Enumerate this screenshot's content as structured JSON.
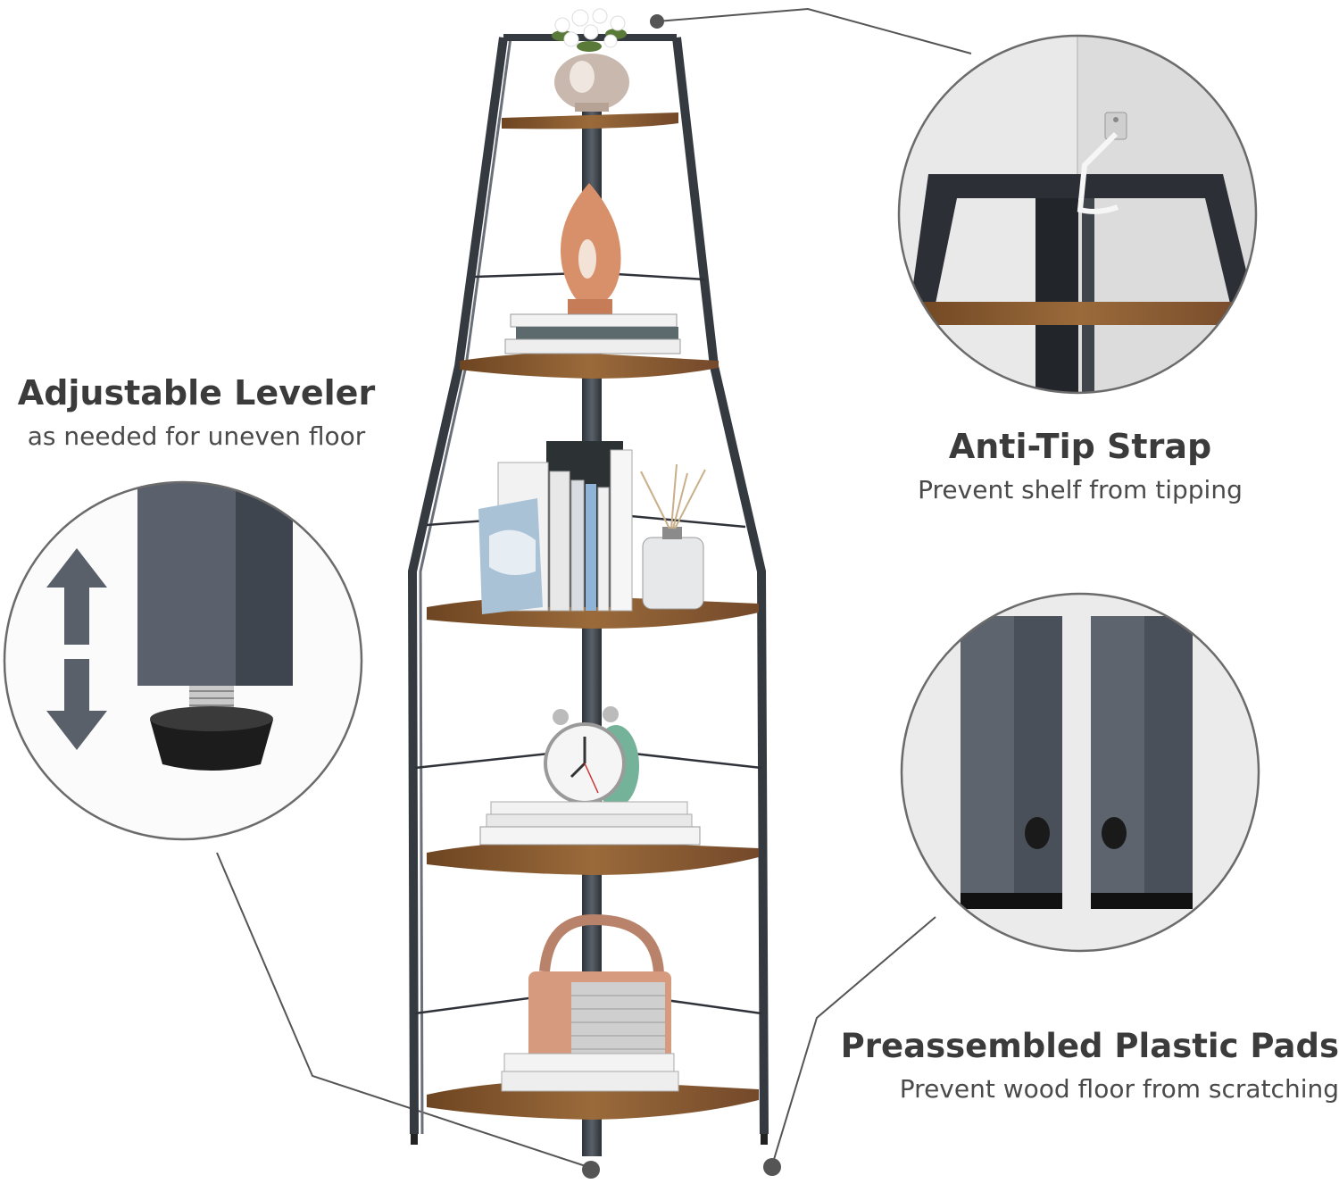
{
  "features": {
    "leveler": {
      "title": "Adjustable Leveler",
      "subtitle": "as needed for uneven floor",
      "icon": "up-down-arrow-icon"
    },
    "anti_tip": {
      "title": "Anti-Tip Strap",
      "subtitle": "Prevent shelf from tipping"
    },
    "pads": {
      "title": "Preassembled Plastic Pads",
      "subtitle": "Prevent wood floor from scratching"
    }
  },
  "colors": {
    "frame": "#3c4048",
    "wood": "#8a5a2e",
    "callout_line": "#555555",
    "circle_border": "#6b6b6b",
    "text": "#3b3b3b"
  }
}
